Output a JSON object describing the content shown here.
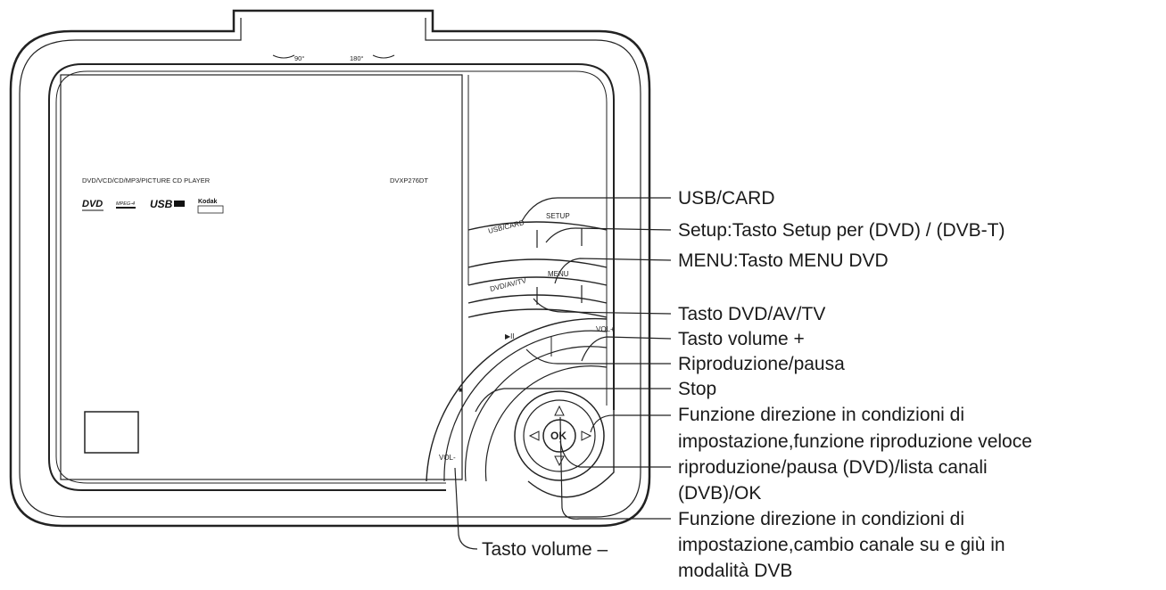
{
  "device": {
    "panel_title": "DVD/VCD/CD/MP3/PICTURE CD PLAYER",
    "model": "DVXP276DT",
    "hinge_left": "90°",
    "hinge_right": "180°",
    "logos": [
      {
        "name": "dvd-video-logo",
        "text": "DVD"
      },
      {
        "name": "xpeg4-logo",
        "text": "MPEG-4"
      },
      {
        "name": "usb-logo",
        "text": "USB"
      },
      {
        "name": "kodak-logo",
        "text": "Kodak"
      }
    ],
    "buttons": {
      "usb_card": "USB/CARD",
      "setup": "SETUP",
      "dvd_av_tv": "DVD/AV/TV",
      "menu": "MENU",
      "play_pause": "▶II",
      "stop": "■",
      "vol_plus": "VOL+",
      "vol_minus": "VOL-",
      "ok": "OK"
    }
  },
  "callouts": [
    {
      "id": "usb-card",
      "lines": [
        "USB/CARD"
      ]
    },
    {
      "id": "setup",
      "lines": [
        "Setup:Tasto Setup per (DVD) / (DVB-T)"
      ]
    },
    {
      "id": "menu",
      "lines": [
        "MENU:Tasto MENU DVD"
      ]
    },
    {
      "id": "dvd-av-tv",
      "lines": [
        "Tasto DVD/AV/TV"
      ]
    },
    {
      "id": "vol-plus",
      "lines": [
        "Tasto volume +"
      ]
    },
    {
      "id": "play-pause",
      "lines": [
        "Riproduzione/pausa"
      ]
    },
    {
      "id": "stop",
      "lines": [
        "Stop"
      ]
    },
    {
      "id": "direction-lr",
      "lines": [
        "Funzione direzione in condizioni di",
        "impostazione,funzione riproduzione veloce"
      ]
    },
    {
      "id": "ok",
      "lines": [
        "riproduzione/pausa (DVD)/lista canali",
        "(DVB)/OK"
      ]
    },
    {
      "id": "direction-ud",
      "lines": [
        "Funzione direzione in condizioni di",
        "impostazione,cambio canale su e giù in",
        "modalità DVB"
      ]
    },
    {
      "id": "vol-minus",
      "lines": [
        "Tasto volume –"
      ]
    }
  ]
}
